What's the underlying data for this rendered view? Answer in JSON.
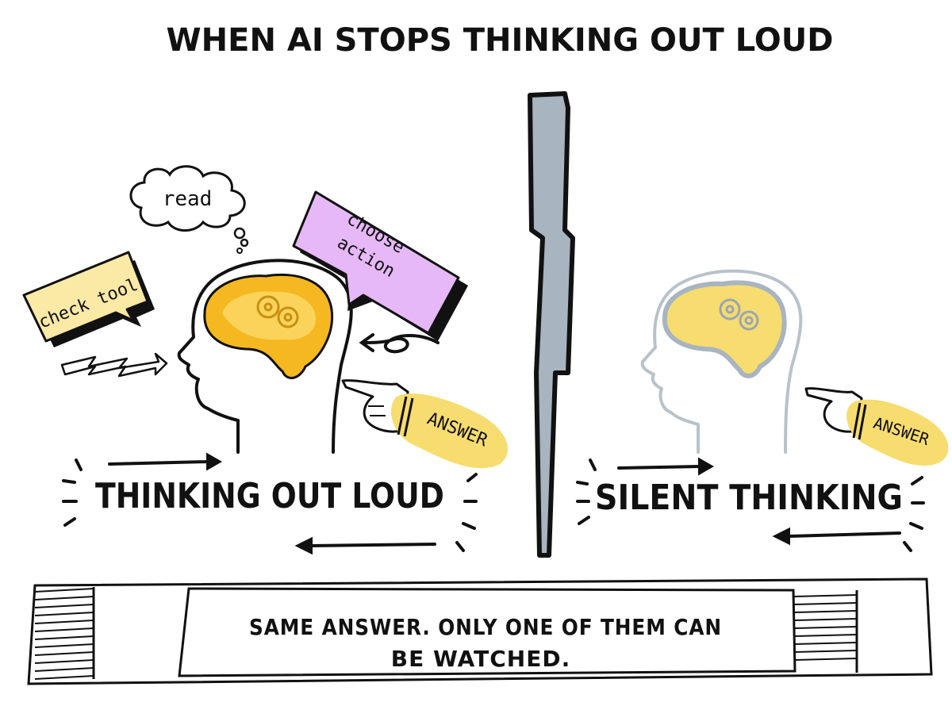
{
  "title": "WHEN AI STOPS THINKING OUT LOUD",
  "left": {
    "label": "THINKING OUT LOUD",
    "thought_read": "read",
    "bubble_check_tool": "check tool",
    "bubble_choose_line1": "choose",
    "bubble_choose_line2": "action",
    "answer_tag": "ANSWER"
  },
  "right": {
    "label": "SILENT THINKING",
    "answer_tag": "ANSWER"
  },
  "banner": {
    "line1": "SAME ANSWER. ONLY ONE OF THEM CAN",
    "line2": "BE WATCHED."
  },
  "colors": {
    "ink": "#111111",
    "brain_orange": "#f5b820",
    "brain_light": "#fbd35a",
    "highlighter_yellow": "#f7dc6f",
    "note_yellow": "#fbe9a6",
    "bubble_purple": "#e6b8f7",
    "divider_gray": "#a8b4c0",
    "faded_head": "#b8c2cb"
  }
}
